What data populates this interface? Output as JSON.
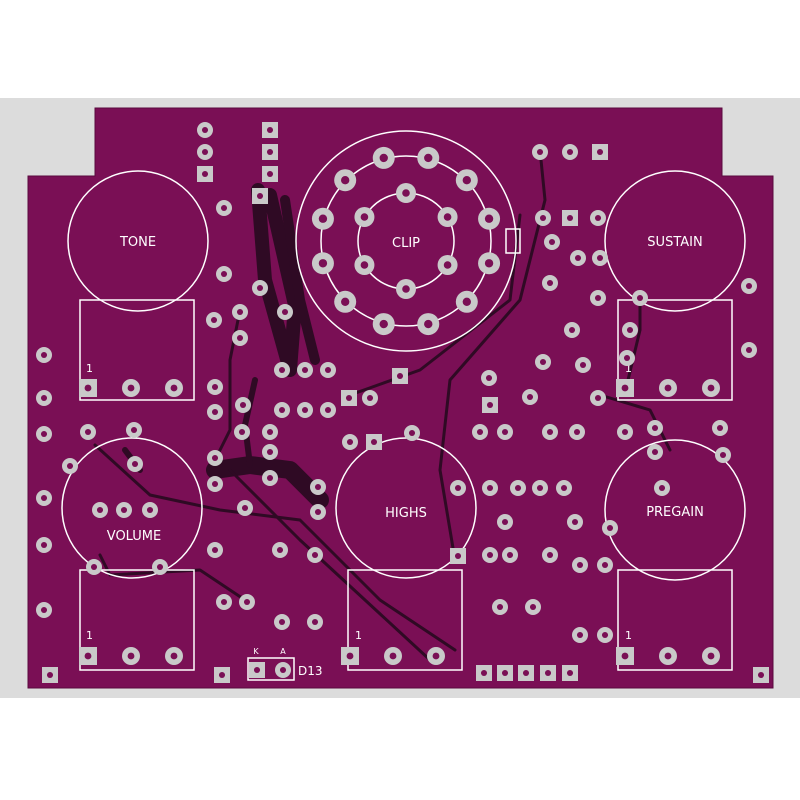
{
  "board": {
    "colors": {
      "background": "#ffffff",
      "frame": "#dcdcdc",
      "copper": "#7a0f55",
      "trace": "#2f0a24",
      "trace_hi": "#b36aa0",
      "silkscreen": "#ffffff",
      "pad_ring": "#c9c9c9",
      "pad_hole": "#7a0f55"
    },
    "pots": [
      {
        "name": "pot-tone",
        "label": "TONE",
        "pin1_label": "1"
      },
      {
        "name": "pot-sustain",
        "label": "SUSTAIN",
        "pin1_label": "1"
      },
      {
        "name": "pot-volume",
        "label": "VOLUME",
        "pin1_label": "1"
      },
      {
        "name": "pot-highs",
        "label": "HIGHS",
        "pin1_label": "1"
      },
      {
        "name": "pot-pregain",
        "label": "PREGAIN",
        "pin1_label": "1"
      }
    ],
    "switch": {
      "label": "CLIP"
    },
    "diode": {
      "ref": "D13",
      "pin_k": "K",
      "pin_a": "A"
    }
  }
}
